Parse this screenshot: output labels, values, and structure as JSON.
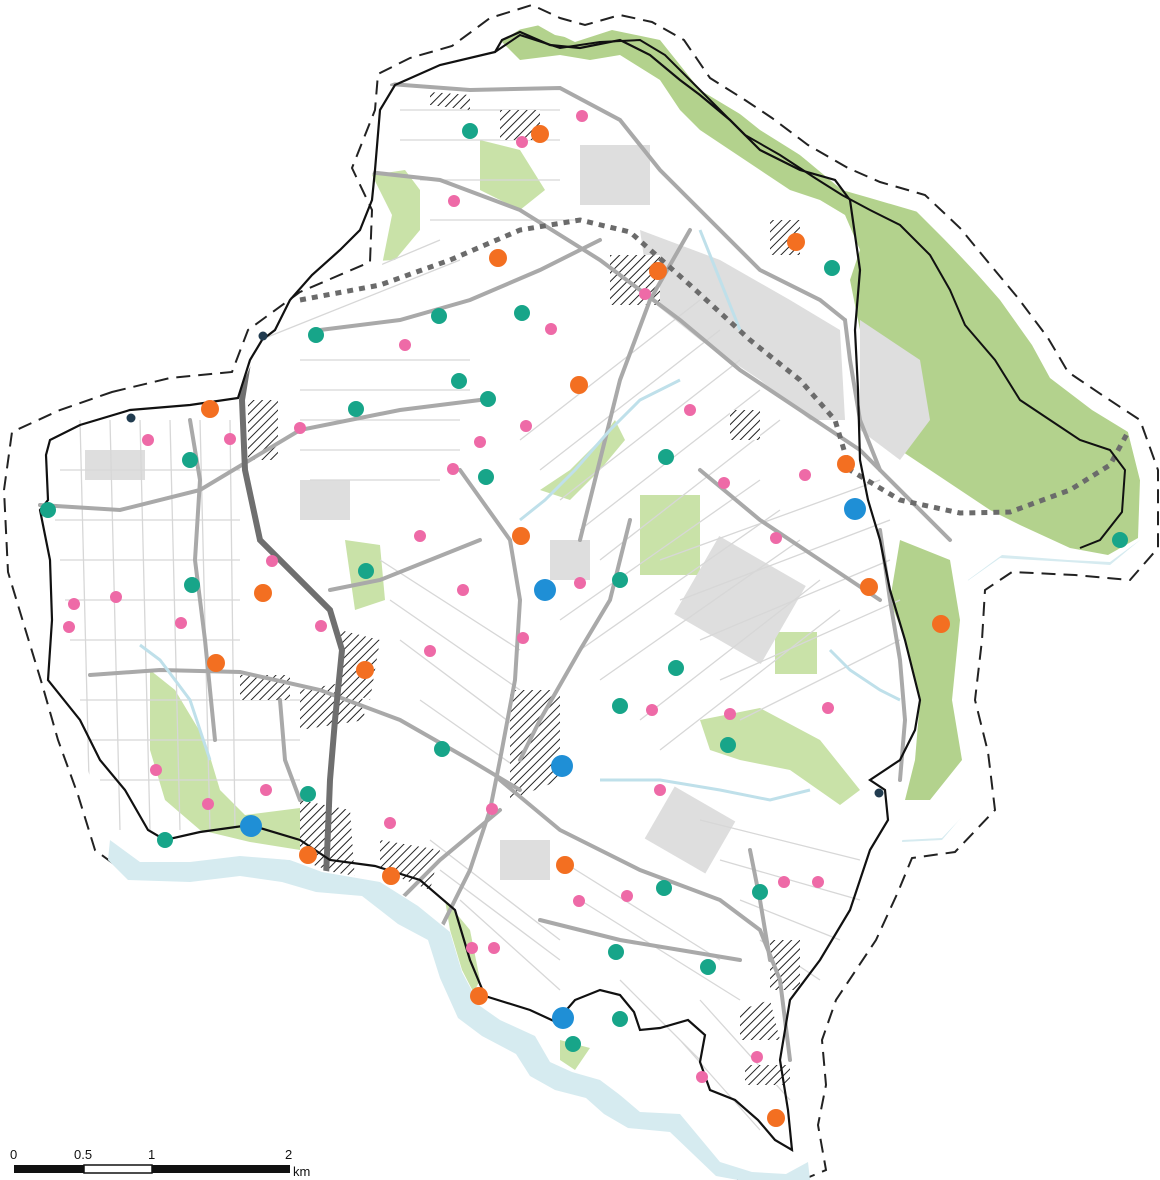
{
  "colors": {
    "green_space": "#c9e2a8",
    "green_dark": "#b3d28d",
    "water": "#d6ebf0",
    "built_gray": "#dedede",
    "road_minor": "#d7d7d7",
    "road_major": "#a9a9a9",
    "motorway": "#6f6f6f",
    "boundary": "#111111",
    "rail_dotted": "#6b6b6b",
    "pink_marker": "#ee6aa7",
    "teal_marker": "#17a589",
    "orange_marker": "#f36f21",
    "blue_marker": "#1f8fd6",
    "navy_marker": "#213c50"
  },
  "scale_bar": {
    "labels": [
      "0",
      "0.5",
      "1",
      "2"
    ],
    "unit": "km"
  },
  "markers": {
    "pink": [
      [
        582,
        116
      ],
      [
        522,
        142
      ],
      [
        454,
        201
      ],
      [
        645,
        294
      ],
      [
        551,
        329
      ],
      [
        405,
        345
      ],
      [
        690,
        410
      ],
      [
        526,
        426
      ],
      [
        300,
        428
      ],
      [
        230,
        439
      ],
      [
        148,
        440
      ],
      [
        480,
        442
      ],
      [
        453,
        469
      ],
      [
        724,
        483
      ],
      [
        805,
        475
      ],
      [
        420,
        536
      ],
      [
        776,
        538
      ],
      [
        580,
        583
      ],
      [
        116,
        597
      ],
      [
        74,
        604
      ],
      [
        463,
        590
      ],
      [
        181,
        623
      ],
      [
        69,
        627
      ],
      [
        321,
        626
      ],
      [
        523,
        638
      ],
      [
        430,
        651
      ],
      [
        272,
        561
      ],
      [
        828,
        708
      ],
      [
        730,
        714
      ],
      [
        652,
        710
      ],
      [
        156,
        770
      ],
      [
        266,
        790
      ],
      [
        208,
        804
      ],
      [
        660,
        790
      ],
      [
        492,
        809
      ],
      [
        390,
        823
      ],
      [
        784,
        882
      ],
      [
        818,
        882
      ],
      [
        579,
        901
      ],
      [
        627,
        896
      ],
      [
        472,
        948
      ],
      [
        494,
        948
      ],
      [
        757,
        1057
      ],
      [
        702,
        1077
      ]
    ],
    "teal": [
      [
        470,
        131
      ],
      [
        832,
        268
      ],
      [
        522,
        313
      ],
      [
        439,
        316
      ],
      [
        316,
        335
      ],
      [
        459,
        381
      ],
      [
        488,
        399
      ],
      [
        356,
        409
      ],
      [
        190,
        460
      ],
      [
        666,
        457
      ],
      [
        486,
        477
      ],
      [
        48,
        510
      ],
      [
        620,
        580
      ],
      [
        366,
        571
      ],
      [
        192,
        585
      ],
      [
        676,
        668
      ],
      [
        620,
        706
      ],
      [
        728,
        745
      ],
      [
        442,
        749
      ],
      [
        308,
        794
      ],
      [
        165,
        840
      ],
      [
        664,
        888
      ],
      [
        760,
        892
      ],
      [
        616,
        952
      ],
      [
        708,
        967
      ],
      [
        620,
        1019
      ],
      [
        573,
        1044
      ],
      [
        1120,
        540
      ]
    ],
    "orange": [
      [
        540,
        134
      ],
      [
        796,
        242
      ],
      [
        498,
        258
      ],
      [
        658,
        271
      ],
      [
        579,
        385
      ],
      [
        210,
        409
      ],
      [
        846,
        464
      ],
      [
        521,
        536
      ],
      [
        263,
        593
      ],
      [
        869,
        587
      ],
      [
        941,
        624
      ],
      [
        216,
        663
      ],
      [
        365,
        670
      ],
      [
        565,
        865
      ],
      [
        308,
        855
      ],
      [
        391,
        876
      ],
      [
        479,
        996
      ],
      [
        776,
        1118
      ]
    ],
    "blue": [
      [
        855,
        509
      ],
      [
        545,
        590
      ],
      [
        562,
        766
      ],
      [
        251,
        826
      ],
      [
        563,
        1018
      ]
    ],
    "navy": [
      [
        131,
        418
      ],
      [
        263,
        336
      ],
      [
        879,
        793
      ]
    ]
  }
}
